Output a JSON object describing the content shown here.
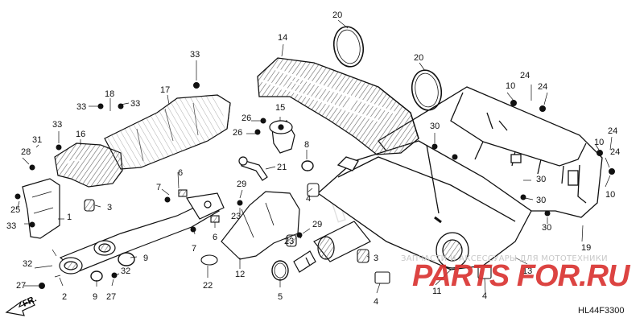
{
  "diagram": {
    "code": "HL44F3300",
    "direction_label": "FR.",
    "watermark": {
      "caption": "ЗАПЧАСТИ И АКСЕССУАРЫ ДЛЯ МОТОТЕХНИКИ",
      "brand": "PARTS FOR.RU"
    },
    "callouts": [
      {
        "id": "c1",
        "text": "1"
      },
      {
        "id": "c2",
        "text": "2"
      },
      {
        "id": "c3a",
        "text": "3"
      },
      {
        "id": "c3b",
        "text": "3"
      },
      {
        "id": "c4a",
        "text": "4"
      },
      {
        "id": "c4b",
        "text": "4"
      },
      {
        "id": "c4c",
        "text": "4"
      },
      {
        "id": "c5",
        "text": "5"
      },
      {
        "id": "c6a",
        "text": "6"
      },
      {
        "id": "c6b",
        "text": "6"
      },
      {
        "id": "c7a",
        "text": "7"
      },
      {
        "id": "c7b",
        "text": "7"
      },
      {
        "id": "c8",
        "text": "8"
      },
      {
        "id": "c9a",
        "text": "9"
      },
      {
        "id": "c9b",
        "text": "9"
      },
      {
        "id": "c10a",
        "text": "10"
      },
      {
        "id": "c10b",
        "text": "10"
      },
      {
        "id": "c10c",
        "text": "10"
      },
      {
        "id": "c11",
        "text": "11"
      },
      {
        "id": "c12",
        "text": "12"
      },
      {
        "id": "c13",
        "text": "13"
      },
      {
        "id": "c14",
        "text": "14"
      },
      {
        "id": "c15",
        "text": "15"
      },
      {
        "id": "c16",
        "text": "16"
      },
      {
        "id": "c17",
        "text": "17"
      },
      {
        "id": "c18",
        "text": "18"
      },
      {
        "id": "c19",
        "text": "19"
      },
      {
        "id": "c20a",
        "text": "20"
      },
      {
        "id": "c20b",
        "text": "20"
      },
      {
        "id": "c21",
        "text": "21"
      },
      {
        "id": "c22",
        "text": "22"
      },
      {
        "id": "c23a",
        "text": "23"
      },
      {
        "id": "c23b",
        "text": "23"
      },
      {
        "id": "c24a",
        "text": "24"
      },
      {
        "id": "c24b",
        "text": "24"
      },
      {
        "id": "c24c",
        "text": "24"
      },
      {
        "id": "c24d",
        "text": "24"
      },
      {
        "id": "c25",
        "text": "25"
      },
      {
        "id": "c26a",
        "text": "26"
      },
      {
        "id": "c26b",
        "text": "26"
      },
      {
        "id": "c27a",
        "text": "27"
      },
      {
        "id": "c27b",
        "text": "27"
      },
      {
        "id": "c28",
        "text": "28"
      },
      {
        "id": "c29a",
        "text": "29"
      },
      {
        "id": "c29b",
        "text": "29"
      },
      {
        "id": "c30a",
        "text": "30"
      },
      {
        "id": "c30b",
        "text": "30"
      },
      {
        "id": "c30c",
        "text": "30"
      },
      {
        "id": "c30d",
        "text": "30"
      },
      {
        "id": "c31",
        "text": "31"
      },
      {
        "id": "c32a",
        "text": "32"
      },
      {
        "id": "c32b",
        "text": "32"
      },
      {
        "id": "c33a",
        "text": "33"
      },
      {
        "id": "c33b",
        "text": "33"
      },
      {
        "id": "c33c",
        "text": "33"
      },
      {
        "id": "c33d",
        "text": "33"
      },
      {
        "id": "c33e",
        "text": "33"
      }
    ]
  }
}
